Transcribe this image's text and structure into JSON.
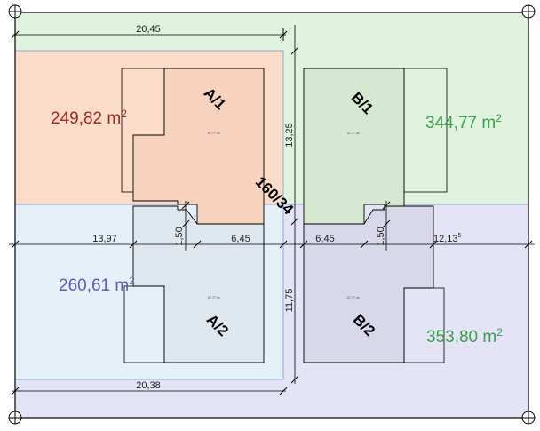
{
  "parcel": {
    "number": "160/34"
  },
  "lots": [
    {
      "label": "A/1",
      "area_main": "249,82 m",
      "area_sup": "2",
      "house_area": "67,77 m²",
      "area_color": "#9a2a1f",
      "fill": "#fbdcc8"
    },
    {
      "label": "B/1",
      "area_main": "344,77 m",
      "area_sup": "2",
      "house_area": "67,77 m²",
      "area_color": "#3aa04a",
      "fill": "#dff3de"
    },
    {
      "label": "A/2",
      "area_main": "260,61 m",
      "area_sup": "2",
      "house_area": "67,77 m²",
      "area_color": "#5a5fb8",
      "fill": "#e6f0f8"
    },
    {
      "label": "B/2",
      "area_main": "353,80 m",
      "area_sup": "2",
      "house_area": "67,77 m²",
      "area_color": "#3aa04a",
      "fill": "#e4e4f6"
    }
  ],
  "dimensions": {
    "top_width": "20,45",
    "bottom_width": "20,38",
    "left_mid": "13,97",
    "a_offset": "6,45",
    "b_offset": "6,45",
    "right_mid_main": "12,13",
    "right_mid_sup": "5",
    "upper_depth": "13,25",
    "lower_depth": "11,75",
    "a_notch": "1,50",
    "b_notch": "1,50"
  }
}
